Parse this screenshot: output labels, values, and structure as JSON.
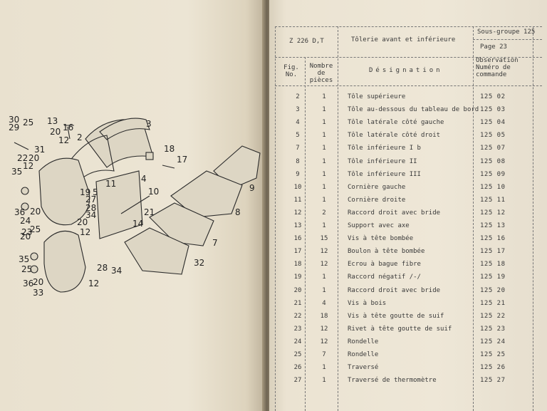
{
  "diagram": {
    "callouts": [
      "30",
      "29",
      "25",
      "13",
      "16",
      "2",
      "3",
      "20",
      "12",
      "31",
      "22",
      "20",
      "35",
      "12",
      "18",
      "17",
      "11",
      "4",
      "10",
      "9",
      "19",
      "27",
      "5",
      "28",
      "34",
      "20",
      "36",
      "24",
      "25",
      "20",
      "23",
      "12",
      "20",
      "21",
      "8",
      "14",
      "35",
      "25",
      "36",
      "20",
      "33",
      "28",
      "34",
      "12",
      "7",
      "32"
    ]
  },
  "header": {
    "ref": "Z 226 D,T",
    "title": "Tôlerie avant et inférieure",
    "subgroup": "Sous-groupe 125",
    "page": "Page 23"
  },
  "columns": {
    "fig": "Fig. No.",
    "qty": "Nombre de pièces",
    "designation": "Désignation",
    "observation": "Observation Numéro de commande"
  },
  "rows": [
    {
      "fig": "2",
      "qty": "1",
      "designation": "Tôle supérieure",
      "ref": "125 02"
    },
    {
      "fig": "3",
      "qty": "1",
      "designation": "Tôle au-dessous du tableau de bord",
      "ref": "125 03"
    },
    {
      "fig": "4",
      "qty": "1",
      "designation": "Tôle latérale côté gauche",
      "ref": "125 04"
    },
    {
      "fig": "5",
      "qty": "1",
      "designation": "Tôle latérale côté droit",
      "ref": "125 05"
    },
    {
      "fig": "7",
      "qty": "1",
      "designation": "Tôle inférieure I b",
      "ref": "125 07"
    },
    {
      "fig": "8",
      "qty": "1",
      "designation": "Tôle inférieure II",
      "ref": "125 08"
    },
    {
      "fig": "9",
      "qty": "1",
      "designation": "Tôle inférieure III",
      "ref": "125 09"
    },
    {
      "fig": "10",
      "qty": "1",
      "designation": "Cornière gauche",
      "ref": "125 10"
    },
    {
      "fig": "11",
      "qty": "1",
      "designation": "Cornière droite",
      "ref": "125 11"
    },
    {
      "fig": "12",
      "qty": "2",
      "designation": "Raccord droit avec bride",
      "ref": "125 12"
    },
    {
      "fig": "13",
      "qty": "1",
      "designation": "Support avec axe",
      "ref": "125 13"
    },
    {
      "fig": "16",
      "qty": "15",
      "designation": "Vis à tête bombée",
      "ref": "125 16"
    },
    {
      "fig": "17",
      "qty": "12",
      "designation": "Boulon à tête bombée",
      "ref": "125 17"
    },
    {
      "fig": "18",
      "qty": "12",
      "designation": "Ecrou à bague fibre",
      "ref": "125 18"
    },
    {
      "fig": "19",
      "qty": "1",
      "designation": "Raccord négatif /-/",
      "ref": "125 19"
    },
    {
      "fig": "20",
      "qty": "1",
      "designation": "Raccord droit avec bride",
      "ref": "125 20"
    },
    {
      "fig": "21",
      "qty": "4",
      "designation": "Vis à bois",
      "ref": "125 21"
    },
    {
      "fig": "22",
      "qty": "18",
      "designation": "Vis à tête goutte de suif",
      "ref": "125 22"
    },
    {
      "fig": "23",
      "qty": "12",
      "designation": "Rivet à tête goutte de suif",
      "ref": "125 23"
    },
    {
      "fig": "24",
      "qty": "12",
      "designation": "Rondelle",
      "ref": "125 24"
    },
    {
      "fig": "25",
      "qty": "7",
      "designation": "Rondelle",
      "ref": "125 25"
    },
    {
      "fig": "26",
      "qty": "1",
      "designation": "Traversé",
      "ref": "125 26"
    },
    {
      "fig": "27",
      "qty": "1",
      "designation": "Traversé de thermomètre",
      "ref": "125 27"
    }
  ]
}
